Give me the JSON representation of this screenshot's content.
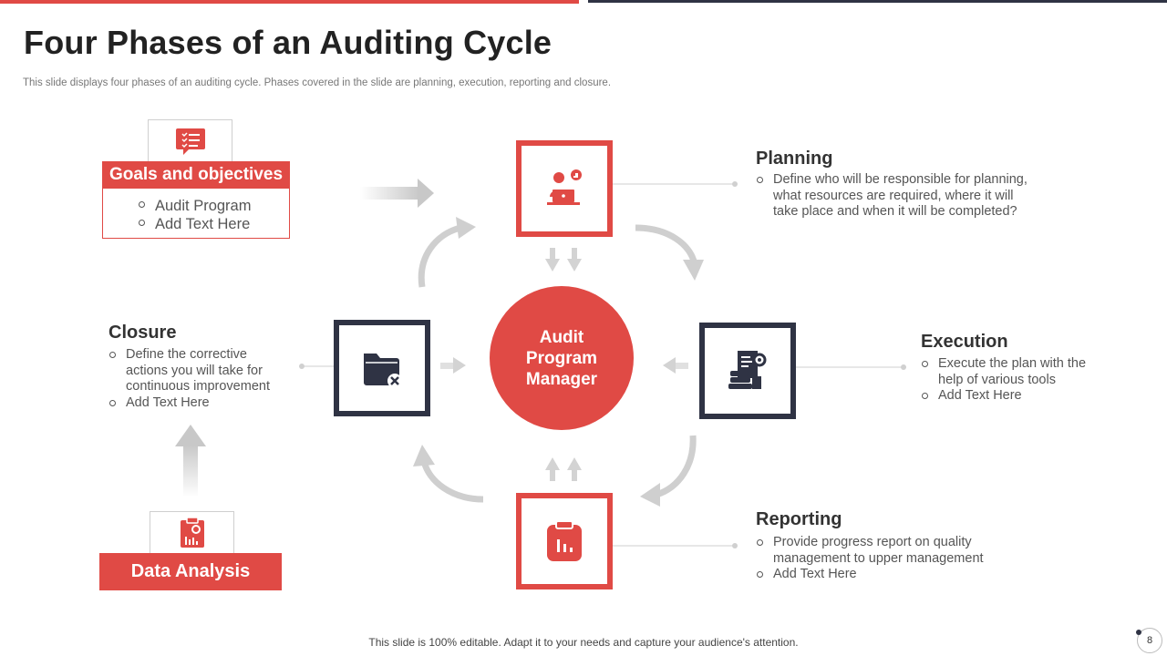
{
  "title": "Four Phases of an Auditing Cycle",
  "subtitle": "This slide displays four phases of an auditing cycle. Phases covered in the slide are planning, execution, reporting and closure.",
  "center": {
    "label": "Audit Program Manager"
  },
  "goals": {
    "title": "Goals and objectives",
    "items": [
      "Audit Program",
      "Add Text Here"
    ],
    "icon": "checklist-chat-icon"
  },
  "data_analysis": {
    "title": "Data Analysis",
    "icon": "clipboard-chart-gear-icon"
  },
  "phases": {
    "planning": {
      "title": "Planning",
      "items": [
        "Define who will be responsible for planning, what resources are required, where it will take place and when it will be completed?"
      ],
      "icon": "person-laptop-icon"
    },
    "execution": {
      "title": "Execution",
      "items": [
        "Execute the plan with the help of various tools",
        "Add Text Here"
      ],
      "icon": "document-books-gear-icon"
    },
    "reporting": {
      "title": "Reporting",
      "items": [
        "Provide progress report on quality management to upper management",
        "Add Text Here"
      ],
      "icon": "clipboard-chart-icon"
    },
    "closure": {
      "title": "Closure",
      "items": [
        "Define the corrective actions you will take for continuous improvement",
        "Add Text Here"
      ],
      "icon": "folder-close-icon"
    }
  },
  "footer": "This slide is 100% editable. Adapt it to your needs and capture your audience's attention.",
  "page_number": "8",
  "colors": {
    "accent": "#e04a45",
    "dark": "#2f3344",
    "arrow": "#c8c8c8"
  }
}
